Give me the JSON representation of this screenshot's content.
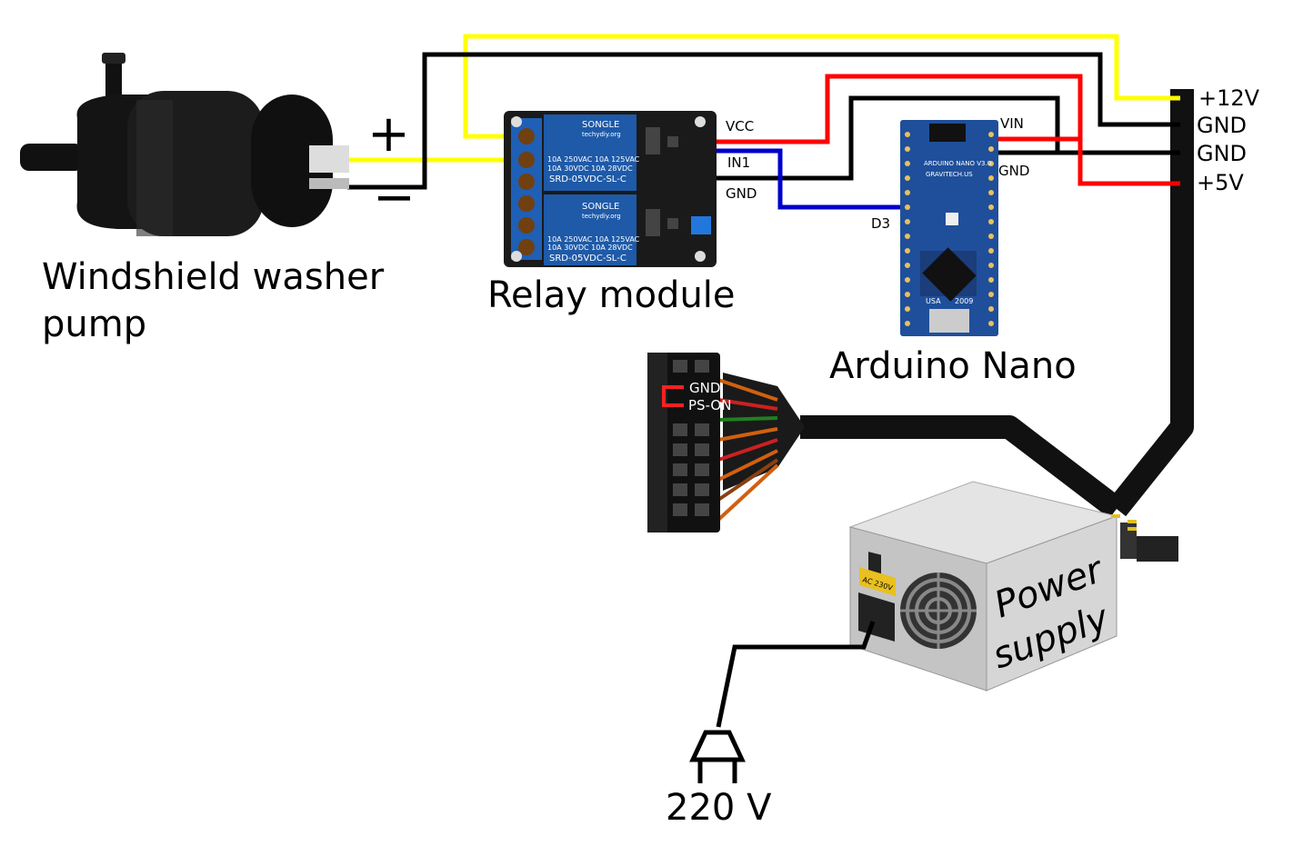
{
  "components": {
    "pump_label_line1": "Windshield washer",
    "pump_label_line2": "pump",
    "relay_label": "Relay module",
    "arduino_label": "Arduino Nano",
    "psu_label_line1": "Power",
    "psu_label_line2": "supply",
    "mains_label": "220 V"
  },
  "pump_terminals": {
    "plus": "+",
    "minus": "−"
  },
  "relay_pins": {
    "vcc": "VCC",
    "in1": "IN1",
    "gnd": "GND"
  },
  "relay_markings": {
    "brand": "SONGLE",
    "site": "techydiy.org",
    "rating1": "10A 250VAC  10A 125VAC",
    "rating2": "10A 30VDC  10A 28VDC",
    "model": "SRD-05VDC-SL-C"
  },
  "arduino_pins": {
    "vin": "VIN",
    "gnd": "GND",
    "d3": "D3"
  },
  "arduino_markings": {
    "name": "ARDUINO NANO V3.0",
    "maker": "GRAVITECH.US",
    "usa": "USA",
    "year": "2009"
  },
  "psu_rails": {
    "v12": "+12V",
    "gnd1": "GND",
    "gnd2": "GND",
    "v5": "+5V"
  },
  "atx_pins": {
    "gnd": "GND",
    "ps_on": "PS-ON"
  },
  "psu_sticker": "AC 230V",
  "colors": {
    "wire_12v": "#ffff00",
    "wire_gnd": "#000000",
    "wire_5v": "#ff0000",
    "wire_signal": "#0000cc",
    "relay_board": "#1a1a1a",
    "relay_coil": "#1e5aa8",
    "arduino_board": "#1f4f9a",
    "psu_case": "#c8c8c8"
  }
}
